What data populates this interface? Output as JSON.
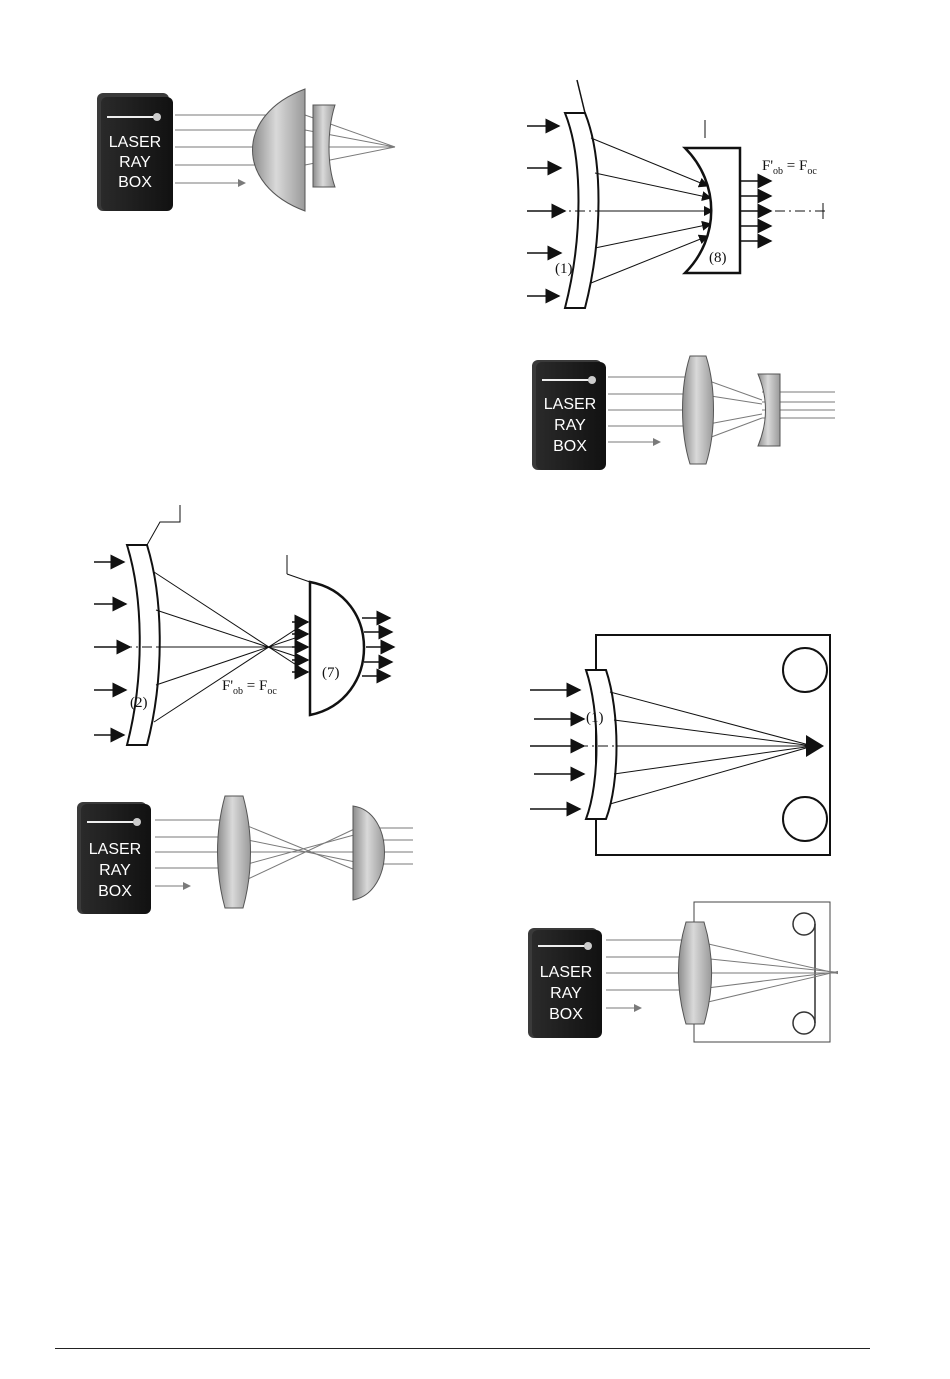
{
  "laser_box": {
    "line1": "LASER",
    "line2": "RAY",
    "line3": "BOX"
  },
  "labels": {
    "lens1": "(1)",
    "lens2": "(2)",
    "lens7": "(7)",
    "lens8": "(8)"
  },
  "focal_eq": {
    "f": "F'",
    "ob": "ob",
    "eq": " = F",
    "oc": "oc"
  },
  "colors": {
    "ink": "#111111",
    "box": "#1e1e1e",
    "glass": "#b9b9b9",
    "ray": "#7a7a7a"
  }
}
